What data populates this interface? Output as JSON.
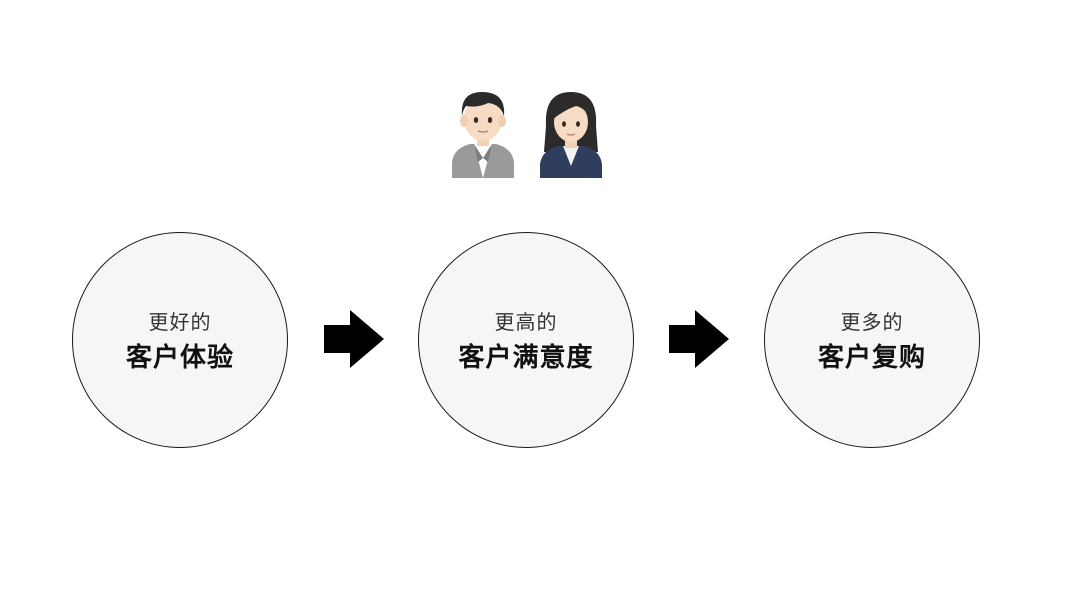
{
  "icons": {
    "businessman": "businessman-icon",
    "businesswoman": "businesswoman-icon",
    "arrow": "right-arrow-icon"
  },
  "colors": {
    "circle_border": "#1a1a1a",
    "circle_fill": "#f6f6f6",
    "arrow": "#000000",
    "background": "#ffffff"
  },
  "steps": [
    {
      "subtitle": "更好的",
      "title": "客户体验"
    },
    {
      "subtitle": "更高的",
      "title": "客户满意度"
    },
    {
      "subtitle": "更多的",
      "title": "客户复购"
    }
  ]
}
